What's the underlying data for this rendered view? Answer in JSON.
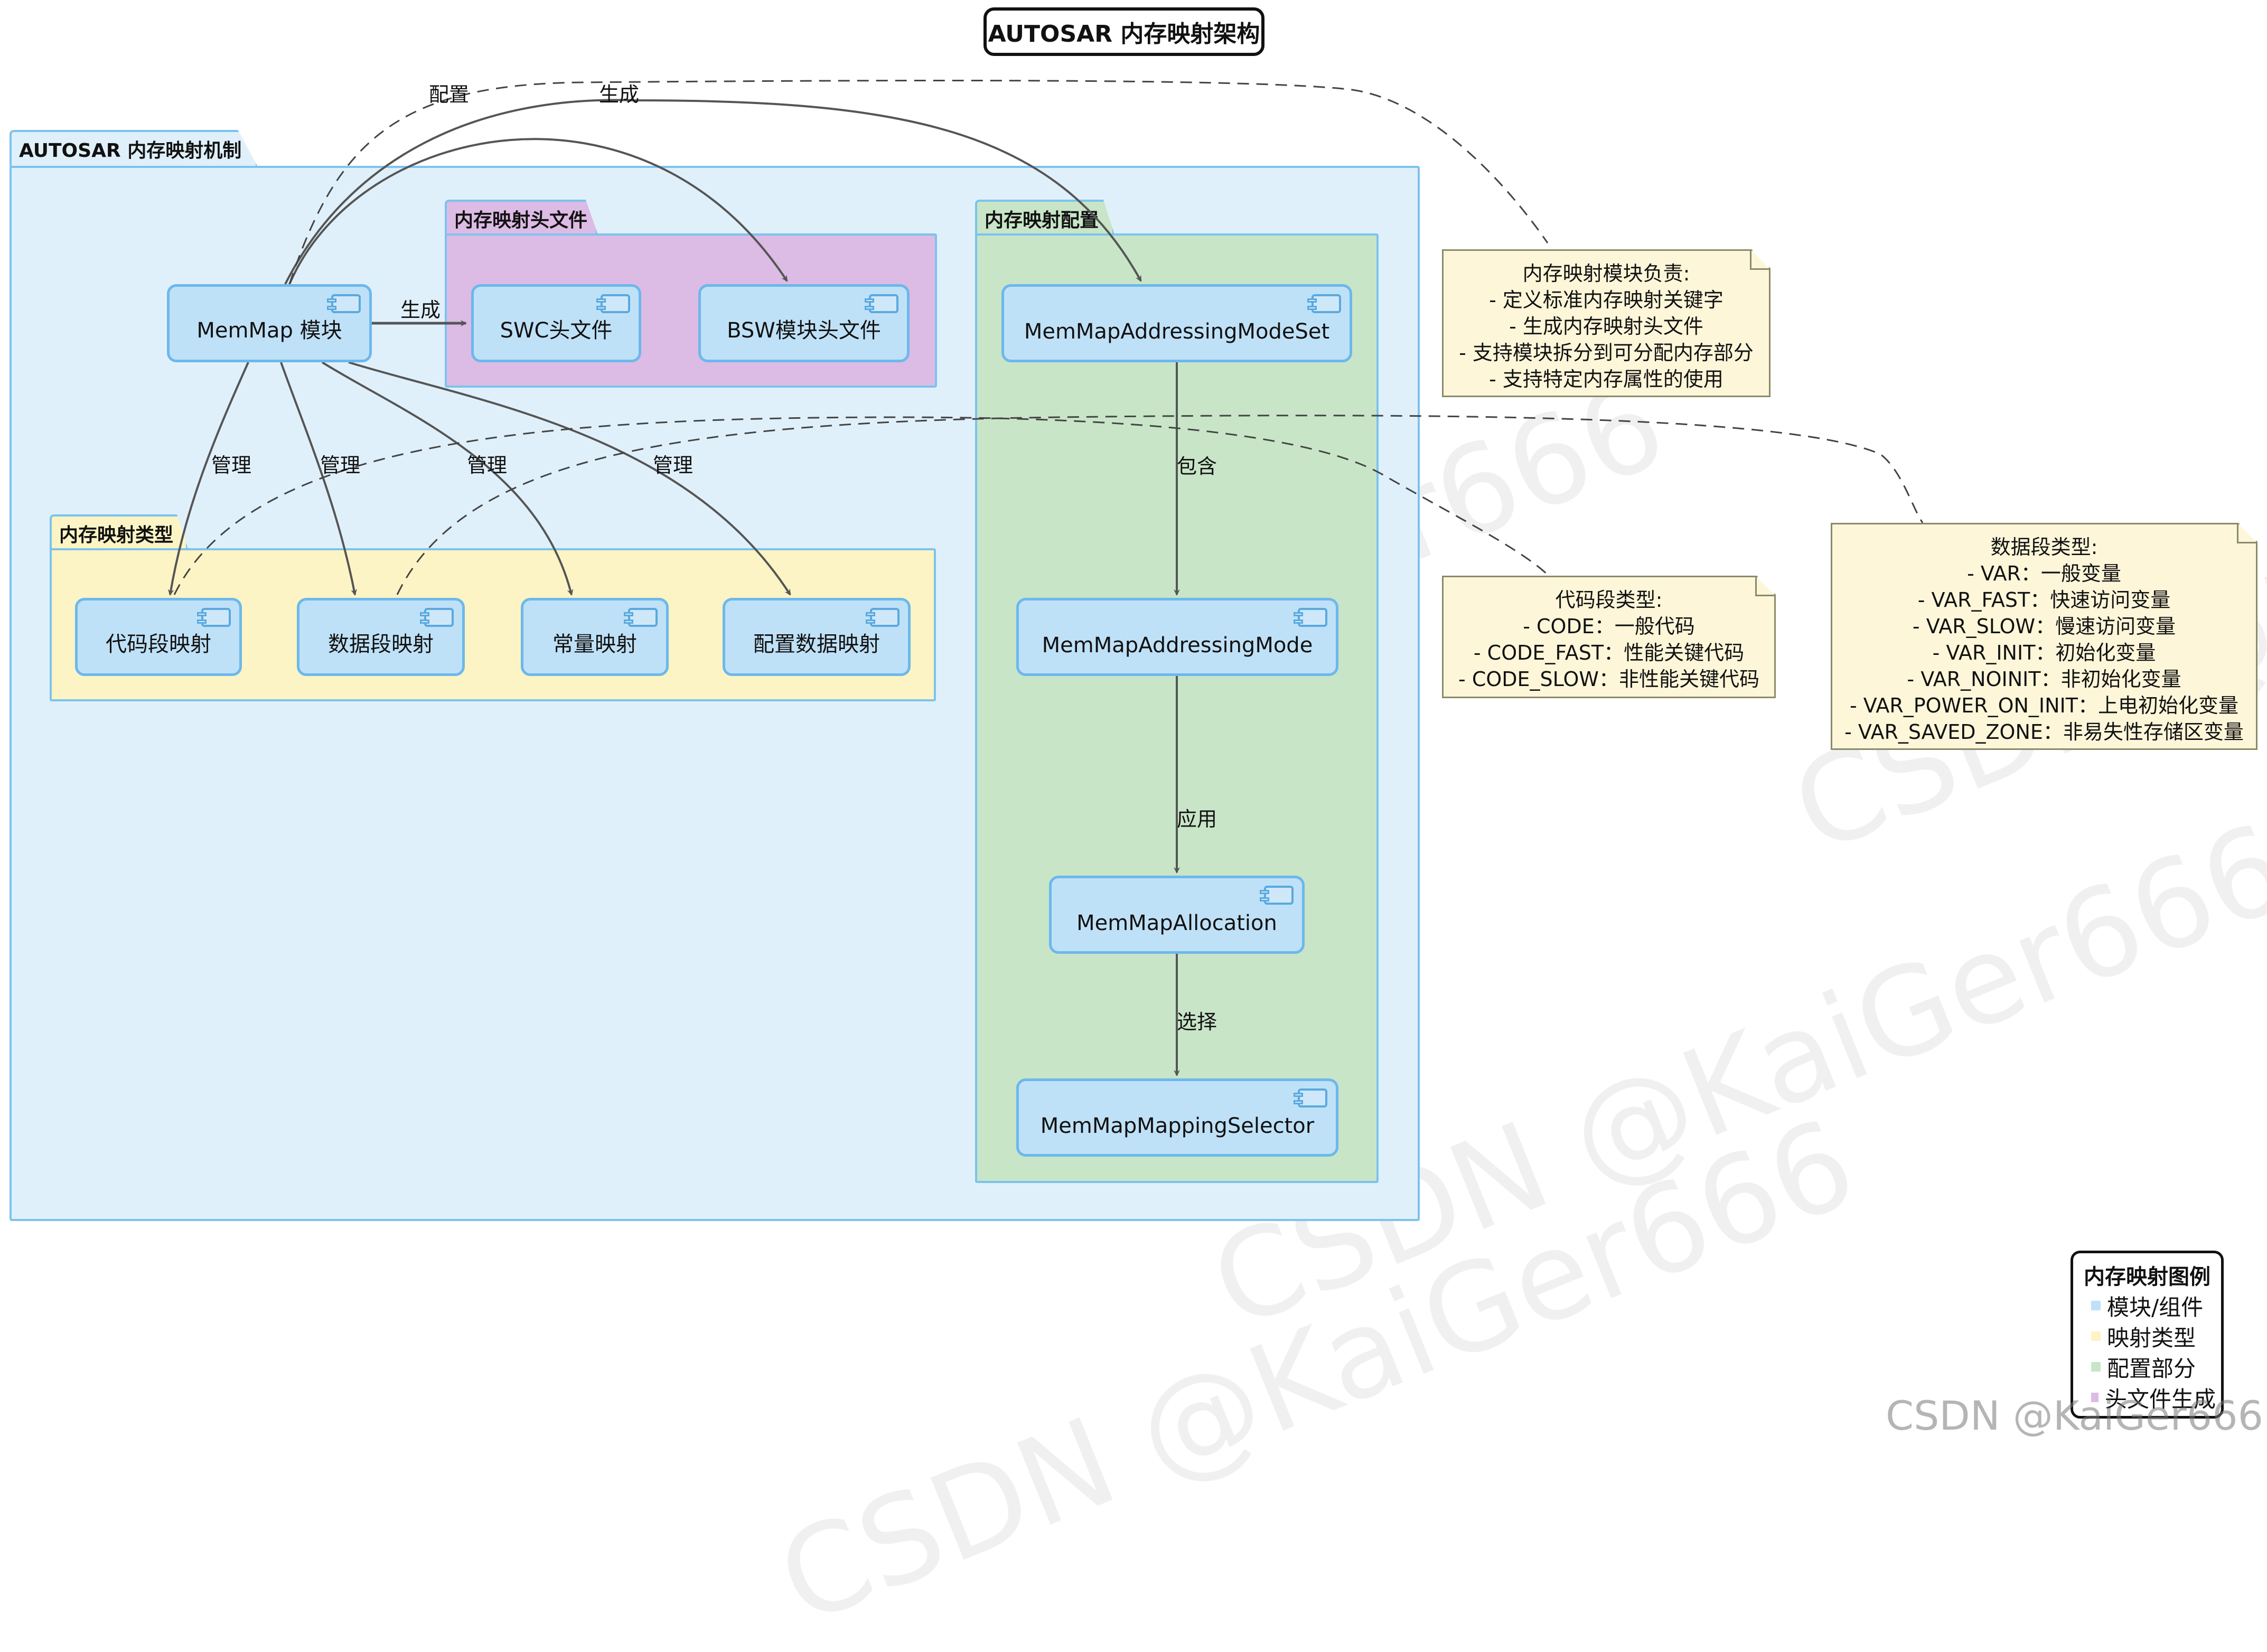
{
  "title": "AUTOSAR 内存映射架构",
  "packages": {
    "outer": "AUTOSAR 内存映射机制",
    "header_files": "内存映射头文件",
    "config": "内存映射配置",
    "types": "内存映射类型"
  },
  "nodes": {
    "memmap": "MemMap 模块",
    "swc": "SWC头文件",
    "bsw": "BSW模块头文件",
    "modeset": "MemMapAddressingModeSet",
    "mode": "MemMapAddressingMode",
    "allocation": "MemMapAllocation",
    "selector": "MemMapMappingSelector",
    "code": "代码段映射",
    "data": "数据段映射",
    "const": "常量映射",
    "cfgdata": "配置数据映射"
  },
  "edge_labels": {
    "config": "配置",
    "generate_top": "生成",
    "generate": "生成",
    "manage_1": "管理",
    "manage_2": "管理",
    "manage_3": "管理",
    "manage_4": "管理",
    "contains": "包含",
    "apply": "应用",
    "select": "选择"
  },
  "notes": {
    "module": [
      "内存映射模块负责:",
      "- 定义标准内存映射关键字",
      "- 生成内存映射头文件",
      "- 支持模块拆分到可分配内存部分",
      "- 支持特定内存属性的使用"
    ],
    "code": [
      "代码段类型:",
      "- CODE：一般代码",
      "- CODE_FAST：性能关键代码",
      "- CODE_SLOW：非性能关键代码"
    ],
    "data": [
      "数据段类型:",
      "- VAR：一般变量",
      "- VAR_FAST：快速访问变量",
      "- VAR_SLOW：慢速访问变量",
      "- VAR_INIT：初始化变量",
      "- VAR_NOINIT：非初始化变量",
      "- VAR_POWER_ON_INIT：上电初始化变量",
      "- VAR_SAVED_ZONE：非易失性存储区变量"
    ]
  },
  "legend": {
    "title": "内存映射图例",
    "items": [
      {
        "label": "模块/组件",
        "color": "#bfe1f7"
      },
      {
        "label": "映射类型",
        "color": "#fcf4c4"
      },
      {
        "label": "配置部分",
        "color": "#c8e5c8"
      },
      {
        "label": "头文件生成",
        "color": "#dcbbe4"
      }
    ]
  },
  "watermark": "CSDN @KaiGer666"
}
